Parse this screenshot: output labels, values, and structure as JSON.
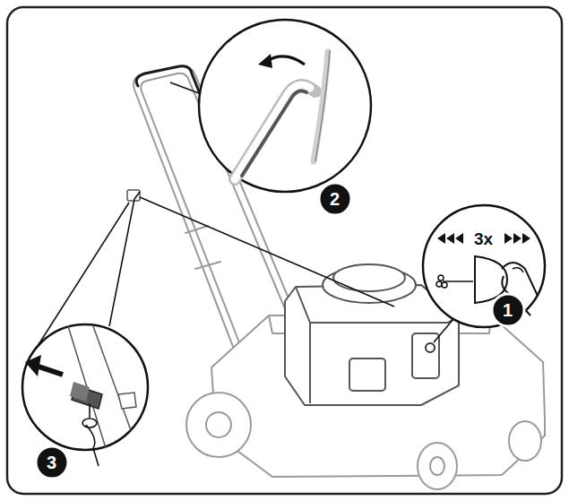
{
  "diagram": {
    "labels": [
      "2",
      "3x",
      "1",
      "3"
    ]
  }
}
